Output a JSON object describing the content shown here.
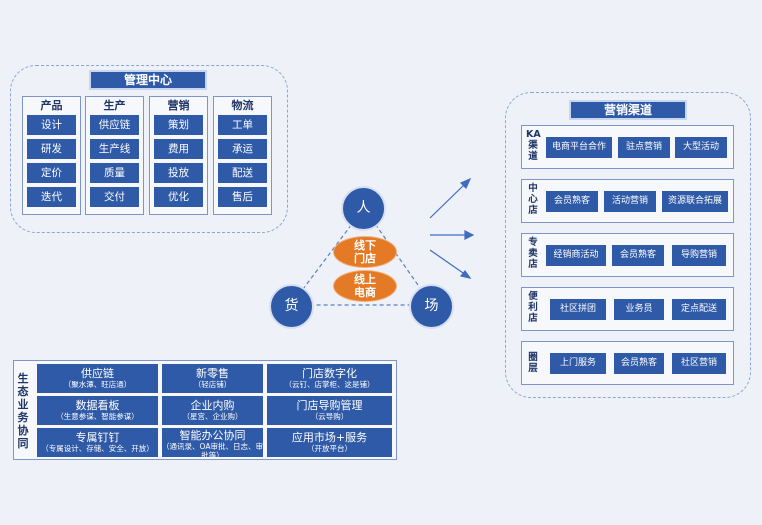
{
  "management": {
    "title": "管理中心",
    "columns": [
      {
        "head": "产品",
        "items": [
          "设计",
          "研发",
          "定价",
          "迭代"
        ]
      },
      {
        "head": "生产",
        "items": [
          "供应链",
          "生产线",
          "质量",
          "交付"
        ]
      },
      {
        "head": "营销",
        "items": [
          "策划",
          "费用",
          "投放",
          "优化"
        ]
      },
      {
        "head": "物流",
        "items": [
          "工单",
          "承运",
          "配送",
          "售后"
        ]
      }
    ]
  },
  "triangle": {
    "top": "人",
    "left": "货",
    "right": "场",
    "offline": [
      "线下",
      "门店"
    ],
    "online": [
      "线上",
      "电商"
    ]
  },
  "channels": {
    "title": "营销渠道",
    "rows": [
      {
        "label": "KA渠道",
        "items": [
          "电商平台合作",
          "驻点营销",
          "大型活动"
        ]
      },
      {
        "label": "中心店",
        "items": [
          "会员熟客",
          "活动营销",
          "资源联合拓展"
        ]
      },
      {
        "label": "专卖店",
        "items": [
          "经销商活动",
          "会员熟客",
          "导购营销"
        ]
      },
      {
        "label": "便利店",
        "items": [
          "社区拼团",
          "业务员",
          "定点配送"
        ]
      },
      {
        "label": "圈层",
        "items": [
          "上门服务",
          "会员熟客",
          "社区营销"
        ]
      }
    ]
  },
  "eco": {
    "side_label": "生态业务协同",
    "cells": [
      {
        "t": "供应链",
        "s": "（聚水潭、旺店通）"
      },
      {
        "t": "新零售",
        "s": "（轻店铺）"
      },
      {
        "t": "门店数字化",
        "s": "（云钉、店掌柜、这是铺）"
      },
      {
        "t": "数据看板",
        "s": "（生意参谋、智能参谋）"
      },
      {
        "t": "企业内购",
        "s": "（星宫、企业购）"
      },
      {
        "t": "门店导购管理",
        "s": "（云导购）"
      },
      {
        "t": "专属钉钉",
        "s": "（专属设计、存储、安全、开放）"
      },
      {
        "t": "智能办公协同",
        "s": "（通讯录、OA审批、日志、审批等）"
      },
      {
        "t": "应用市场+服务",
        "s": "（开放平台）"
      }
    ]
  },
  "colors": {
    "blue": "#2f5aa8",
    "orange": "#e57a26",
    "background": "#eef1f8"
  }
}
